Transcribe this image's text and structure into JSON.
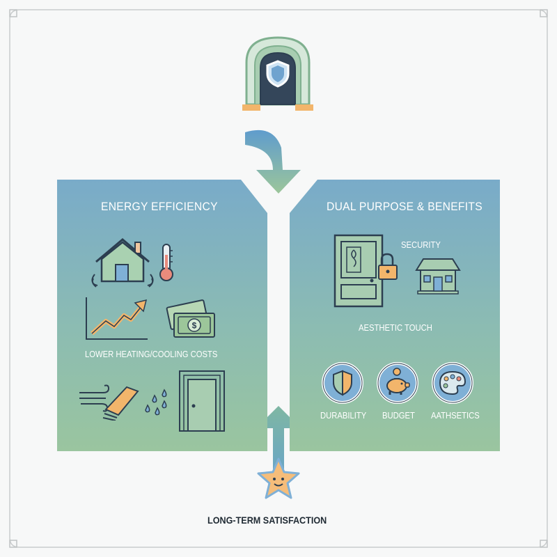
{
  "panels": {
    "left": {
      "title": "ENERGY EFFICIENCY",
      "caption": "LOWER HEATING/COOLING COSTS"
    },
    "right": {
      "title": "DUAL PURPOSE & BENEFITS",
      "security_label": "SECURITY",
      "aesthetic_label": "AESTHETIC TOUCH",
      "circles": [
        {
          "label": "DURABILITY",
          "icon": "shield-icon"
        },
        {
          "label": "BUDGET",
          "icon": "piggy-bank-icon"
        },
        {
          "label": "AATHSETICS",
          "icon": "palette-icon"
        }
      ]
    }
  },
  "footer": {
    "label": "LONG-TERM SATISFACTION"
  },
  "colors": {
    "panel_top": "#79abc9",
    "panel_bottom": "#9ac59f",
    "arrow_top": "#6aa3c8",
    "arrow_bottom": "#9cc49a",
    "door_green": "#9ac3a4",
    "accent_orange": "#f2b56b",
    "outline": "#2c3e50"
  }
}
